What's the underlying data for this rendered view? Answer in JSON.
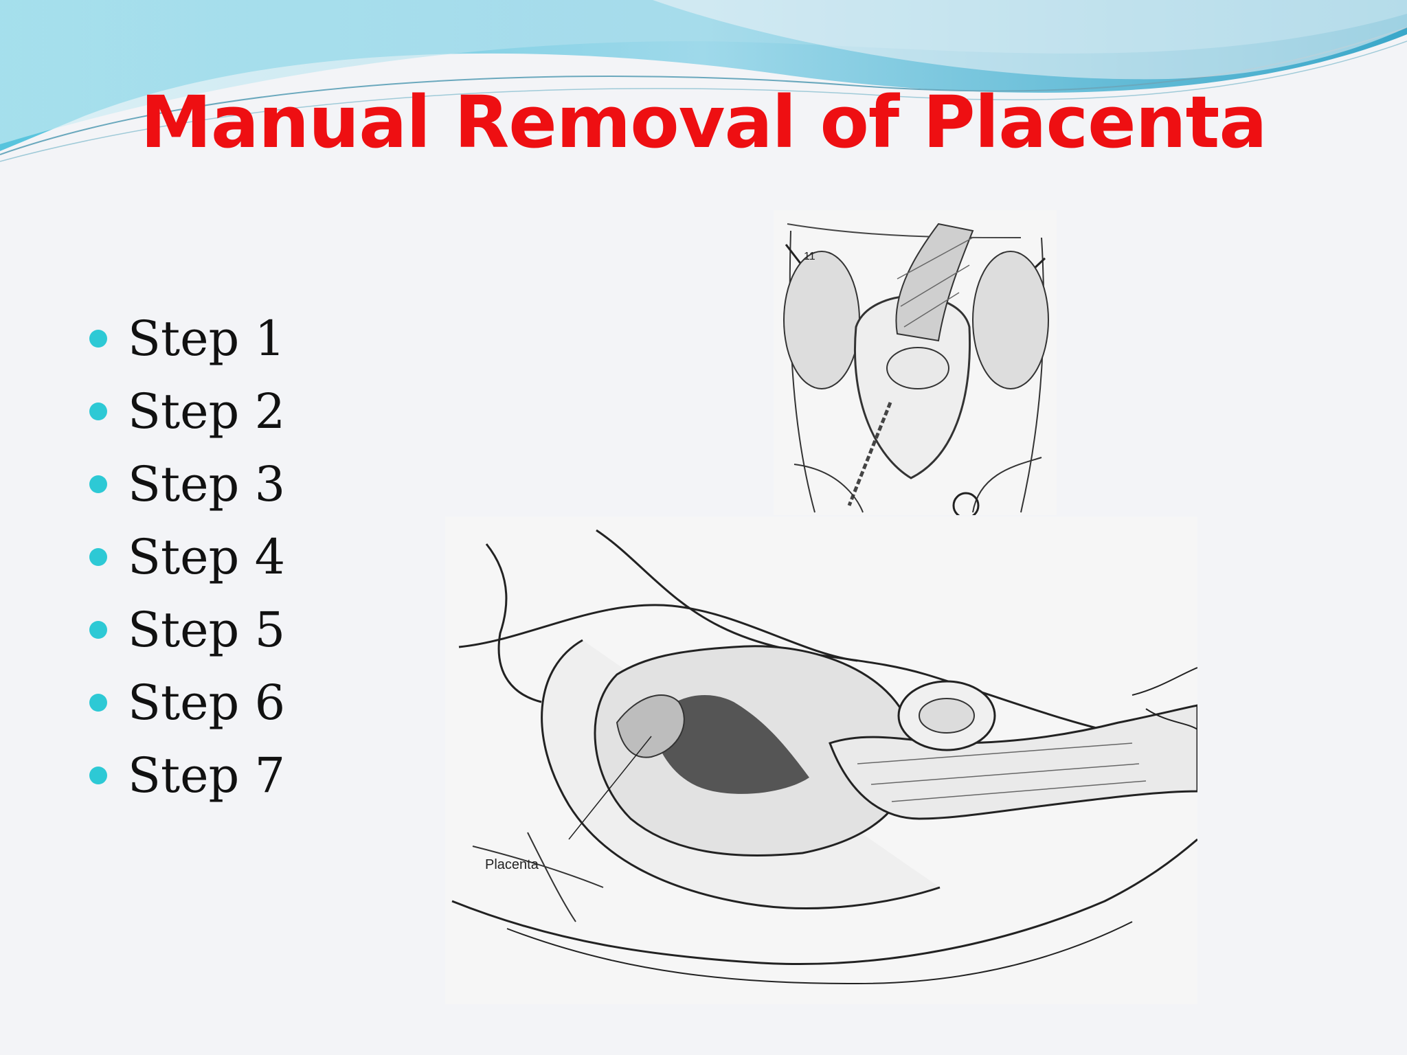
{
  "slide": {
    "title": "Manual Removal of Placenta",
    "steps": [
      "Step 1",
      "Step 2",
      "Step 3",
      "Step 4",
      "Step 5",
      "Step 6",
      "Step 7"
    ],
    "figure_label": "Placenta",
    "figure_number": "11"
  },
  "colors": {
    "title": "#ee0f12",
    "bullet": "#2dc9d5",
    "banner_light": "#bfe6ef",
    "banner_dark": "#3aa7c9"
  }
}
